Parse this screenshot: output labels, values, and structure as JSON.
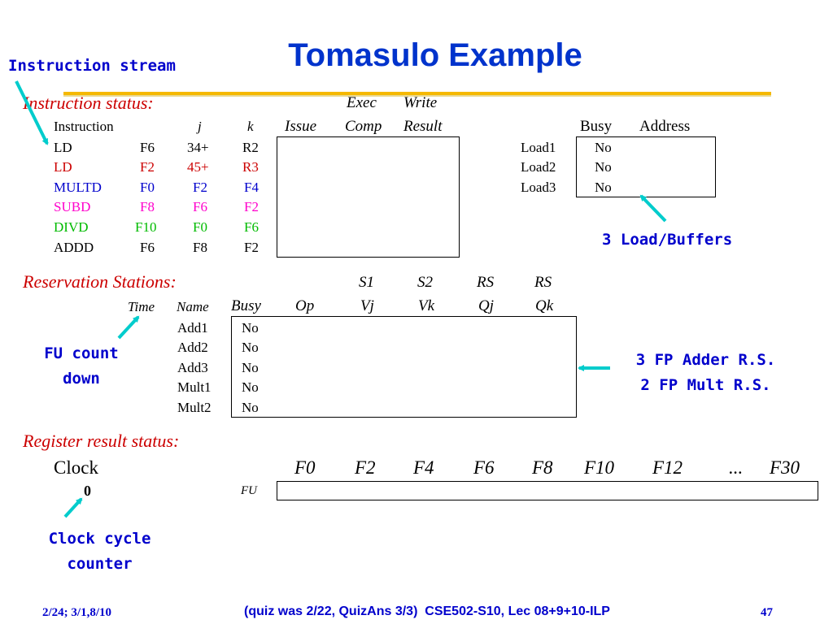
{
  "title": "Tomasulo Example",
  "annotations": {
    "instruction_stream": "Instruction stream",
    "load_buffers": "3 Load/Buffers",
    "fu_count_line1": "FU count",
    "fu_count_line2": "down",
    "rs_line1": "3 FP Adder R.S.",
    "rs_line2": "2 FP Mult R.S.",
    "clock_line1": "Clock cycle",
    "clock_line2": "counter"
  },
  "instruction_status": {
    "label": "Instruction status:",
    "hdr_exec": "Exec",
    "hdr_write": "Write",
    "col_instruction": "Instruction",
    "col_j": "j",
    "col_k": "k",
    "col_issue": "Issue",
    "col_comp": "Comp",
    "col_result": "Result",
    "rows": [
      {
        "op": "LD",
        "d": "F6",
        "j": "34+",
        "k": "R2"
      },
      {
        "op": "LD",
        "d": "F2",
        "j": "45+",
        "k": "R3"
      },
      {
        "op": "MULTD",
        "d": "F0",
        "j": "F2",
        "k": "F4"
      },
      {
        "op": "SUBD",
        "d": "F8",
        "j": "F6",
        "k": "F2"
      },
      {
        "op": "DIVD",
        "d": "F10",
        "j": "F0",
        "k": "F6"
      },
      {
        "op": "ADDD",
        "d": "F6",
        "j": "F8",
        "k": "F2"
      }
    ]
  },
  "load_buffers": {
    "col_busy": "Busy",
    "col_address": "Address",
    "rows": [
      {
        "name": "Load1",
        "busy": "No"
      },
      {
        "name": "Load2",
        "busy": "No"
      },
      {
        "name": "Load3",
        "busy": "No"
      }
    ]
  },
  "reservation_stations": {
    "label": "Reservation Stations:",
    "hdr_s1": "S1",
    "hdr_s2": "S2",
    "hdr_rs1": "RS",
    "hdr_rs2": "RS",
    "col_time": "Time",
    "col_name": "Name",
    "col_busy": "Busy",
    "col_op": "Op",
    "col_vj": "Vj",
    "col_vk": "Vk",
    "col_qj": "Qj",
    "col_qk": "Qk",
    "rows": [
      {
        "name": "Add1",
        "busy": "No"
      },
      {
        "name": "Add2",
        "busy": "No"
      },
      {
        "name": "Add3",
        "busy": "No"
      },
      {
        "name": "Mult1",
        "busy": "No"
      },
      {
        "name": "Mult2",
        "busy": "No"
      }
    ]
  },
  "register_result_status": {
    "label": "Register result status:",
    "clock_label": "Clock",
    "clock_value": "0",
    "fu_label": "FU",
    "registers": [
      "F0",
      "F2",
      "F4",
      "F6",
      "F8",
      "F10",
      "F12",
      "...",
      "F30"
    ]
  },
  "footer": {
    "left": "2/24; 3/1,8/10",
    "center": "(quiz was 2/22, QuizAns 3/3)  CSE502-S10, Lec 08+9+10-ILP",
    "right": "47"
  },
  "colors": {
    "title": "#0033cc",
    "rule": "#f5b800",
    "section_label": "#cc0000",
    "arrow": "#00cccc",
    "annotation": "#0000cc"
  }
}
